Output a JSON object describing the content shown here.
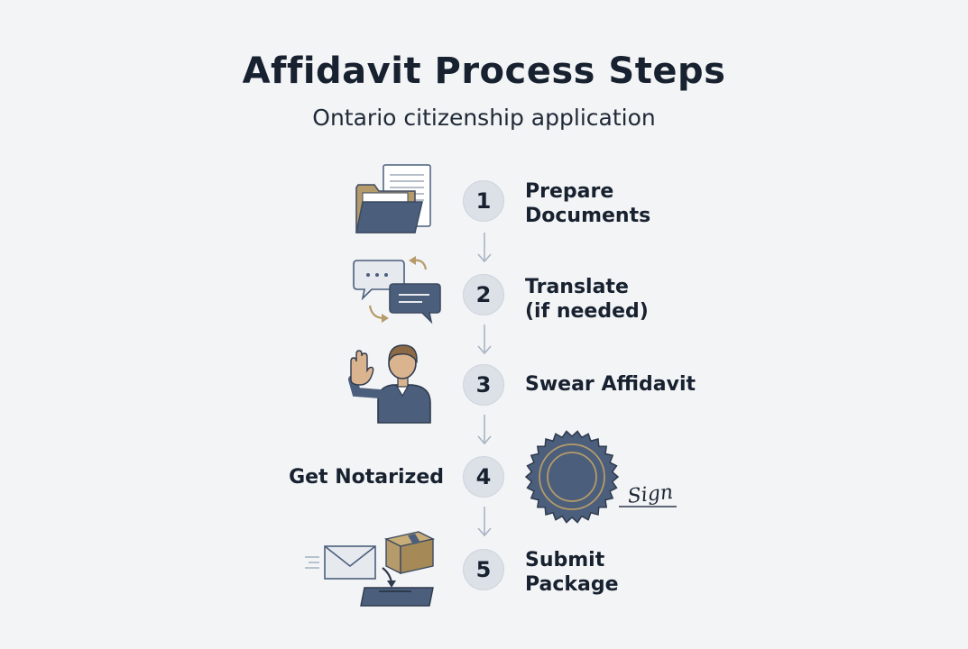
{
  "header": {
    "title": "Affidavit Process Steps",
    "subtitle": "Ontario citizenship application"
  },
  "steps": [
    {
      "number": "1",
      "label": "Prepare\nDocuments",
      "icon": "folder-documents-icon"
    },
    {
      "number": "2",
      "label": "Translate\n(if needed)",
      "icon": "translation-chat-icon"
    },
    {
      "number": "3",
      "label": "Swear Affidavit",
      "icon": "person-raising-hand-icon"
    },
    {
      "number": "4",
      "label": "Get Notarized",
      "icon": "notary-seal-icon"
    },
    {
      "number": "5",
      "label": "Submit\nPackage",
      "icon": "mail-package-submit-icon"
    }
  ],
  "signature_text": "Sign",
  "colors": {
    "background": "#f3f4f6",
    "circle": "#dce1e8",
    "slate": "#4b5e7c",
    "tan": "#b59b6a",
    "text": "#17212f"
  }
}
